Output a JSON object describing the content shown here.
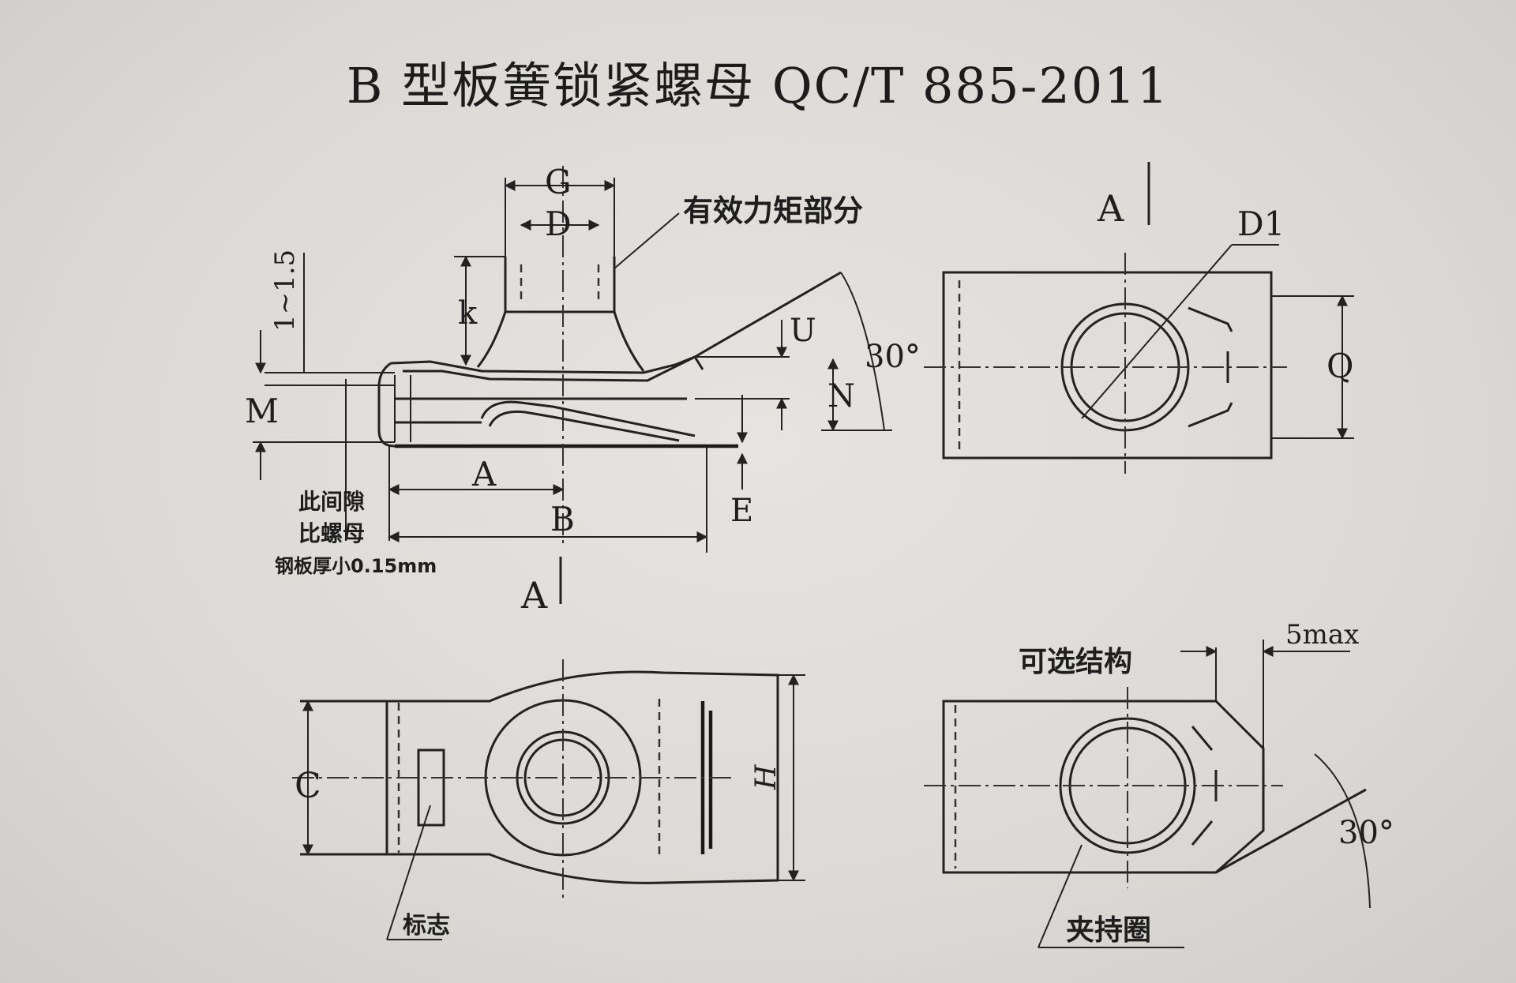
{
  "title": "B 型板簧锁紧螺母 QC/T 885-2011",
  "labels": {
    "G": "G",
    "D": "D",
    "effective_torque": "有效力矩部分",
    "range": "1~1.5",
    "k": "k",
    "M": "M",
    "U": "U",
    "N": "N",
    "angle_side": "30°",
    "A_left": "A",
    "B": "B",
    "E": "E",
    "gap_note_1": "此间隙",
    "gap_note_2": "比螺母",
    "gap_note_3": "钢板厚小0.15mm",
    "section_A_top": "A",
    "section_A_bottom": "A",
    "D1": "D1",
    "Q": "Q",
    "C": "C",
    "H": "H",
    "mark": "标志",
    "optional_structure": "可选结构",
    "five_max": "5max",
    "angle_bottom": "30°",
    "clamp_ring": "夹持圈"
  }
}
